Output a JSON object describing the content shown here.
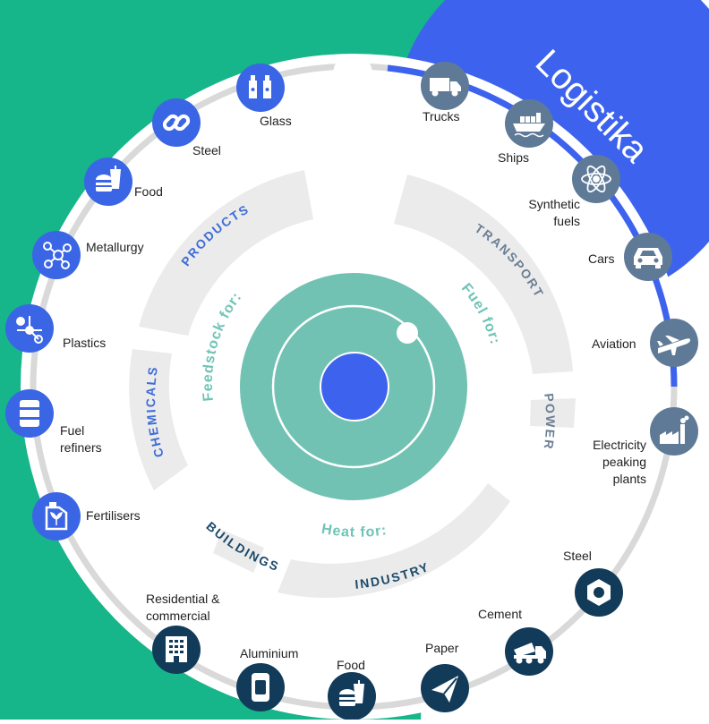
{
  "colors": {
    "green_bg": "#16b58a",
    "blue_accent": "#3d63ee",
    "icon_blue": "#3a66e6",
    "icon_slate": "#5f7a97",
    "icon_navy": "#123b59",
    "ring_grey": "#d9d9d9",
    "sector_grey": "#ebebeb",
    "teal": "#72c2b4",
    "sector_blue_text": "#3d6cd8",
    "sector_slate_text": "#6b7f95",
    "sector_navy_text": "#1c4a6a"
  },
  "banner": {
    "label": "Logistika"
  },
  "center": {
    "feedstock_label": "Feedstock for:",
    "fuel_label": "Fuel for:",
    "heat_label": "Heat for:"
  },
  "sectors": {
    "products": "PRODUCTS",
    "chemicals": "CHEMICALS",
    "transport": "TRANSPORT",
    "power": "POWER",
    "buildings": "BUILDINGS",
    "industry": "INDUSTRY"
  },
  "nodes": {
    "glass": {
      "label": "Glass",
      "icon": "bottles-icon"
    },
    "steel_feed": {
      "label": "Steel",
      "icon": "chain-link-icon"
    },
    "food_feed": {
      "label": "Food",
      "icon": "burger-drink-icon"
    },
    "metallurgy": {
      "label": "Metallurgy",
      "icon": "molecule-icon"
    },
    "plastics": {
      "label": "Plastics",
      "icon": "polymer-icon"
    },
    "fuel_refiners": {
      "label_line1": "Fuel",
      "label_line2": "refiners",
      "icon": "barrel-icon"
    },
    "fertilisers": {
      "label": "Fertilisers",
      "icon": "fertiliser-jerrycan-icon"
    },
    "trucks": {
      "label": "Trucks",
      "icon": "truck-icon"
    },
    "ships": {
      "label": "Ships",
      "icon": "ship-icon"
    },
    "synthetic_fuels": {
      "label_line1": "Synthetic",
      "label_line2": "fuels",
      "icon": "atom-icon"
    },
    "cars": {
      "label": "Cars",
      "icon": "car-icon"
    },
    "aviation": {
      "label": "Aviation",
      "icon": "airplane-icon"
    },
    "electricity": {
      "label_line1": "Electricity",
      "label_line2": "peaking",
      "label_line3": "plants",
      "icon": "power-plant-icon"
    },
    "steel_ind": {
      "label": "Steel",
      "icon": "hex-nut-icon"
    },
    "cement": {
      "label": "Cement",
      "icon": "cement-mixer-icon"
    },
    "paper": {
      "label": "Paper",
      "icon": "paper-plane-icon"
    },
    "food_ind": {
      "label": "Food",
      "icon": "burger-drink-icon"
    },
    "aluminium": {
      "label": "Aluminium",
      "icon": "can-icon"
    },
    "residential": {
      "label_line1": "Residential &",
      "label_line2": "commercial",
      "icon": "building-icon"
    }
  }
}
